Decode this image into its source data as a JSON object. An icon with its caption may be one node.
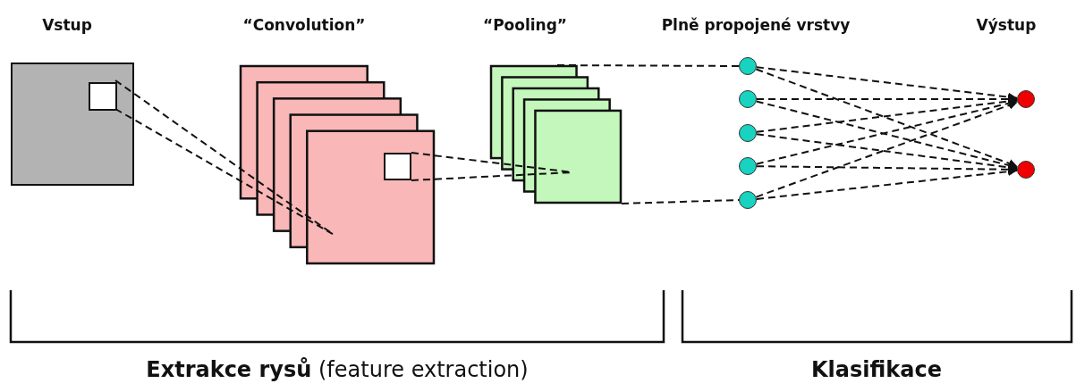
{
  "diagram": {
    "nodes": [
      {
        "text": [],
        "shape": "box"
      },
      {
        "text": [],
        "shape": "box",
        "in": 0
      },
      {
        "text": [],
        "shape": "box"
      },
      {
        "text": [],
        "shape": "box",
        "in": 2
      },
      {
        "text": [],
        "shape": "box"
      },
      {
        "text": [],
        "shape": "circle"
      },
      {
        "text": [],
        "shape": "circle"
      },
      {
        "text": [],
        "shape": "circle"
      },
      {
        "text": [],
        "shape": "circle"
      },
      {
        "text": [],
        "shape": "circle"
      },
      {
        "text": [],
        "shape": "circle"
      },
      {
        "text": [],
        "shape": "circle"
      }
    ],
    "edges": [
      {
        "from": 1,
        "to": 2,
        "arrow": "none"
      },
      {
        "from": 1,
        "to": 2,
        "arrow": "none"
      },
      {
        "from": 3,
        "to": 4,
        "arrow": "none"
      },
      {
        "from": 3,
        "to": 4,
        "arrow": "none"
      },
      {
        "from": 4,
        "to": 5,
        "arrow": "none"
      },
      {
        "from": 4,
        "to": 9,
        "arrow": "none"
      },
      {
        "from": 5,
        "to": 10,
        "arrow": "to"
      },
      {
        "from": 5,
        "to": 11,
        "arrow": "to"
      },
      {
        "from": 6,
        "to": 10,
        "arrow": "to"
      },
      {
        "from": 6,
        "to": 11,
        "arrow": "to"
      },
      {
        "from": 7,
        "to": 10,
        "arrow": "to"
      },
      {
        "from": 7,
        "to": 11,
        "arrow": "to"
      },
      {
        "from": 8,
        "to": 10,
        "arrow": "to"
      },
      {
        "from": 8,
        "to": 11,
        "arrow": "to"
      },
      {
        "from": 9,
        "to": 10,
        "arrow": "to"
      },
      {
        "from": 9,
        "to": 11,
        "arrow": "to"
      }
    ],
    "labels": [
      "Vstup",
      "“Convolution”",
      "“Pooling”",
      "Plně propojené vrstvy",
      "Výstup",
      "**Extrakce rysů** (feature extraction)",
      "Klasifikace"
    ]
  }
}
